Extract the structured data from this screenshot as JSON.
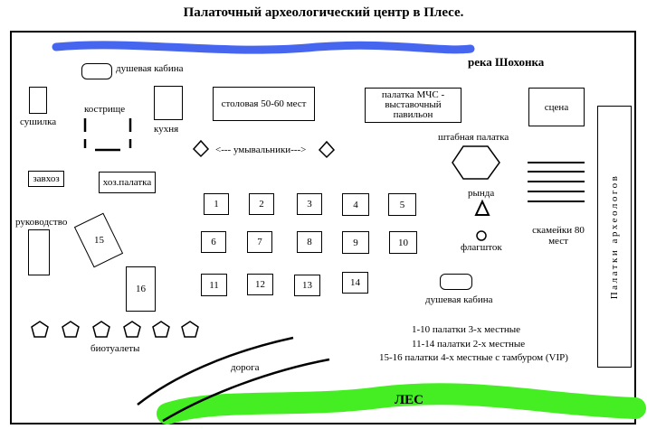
{
  "title": "Палаточный археологический центр в Плесе.",
  "labels": {
    "river": "река Шохонка",
    "shower_top": "душевая кабина",
    "dryer": "сушилка",
    "campfire": "кострище",
    "kitchen": "кухня",
    "dining": "столовая  50-60 мест",
    "mchs": "палатка МЧС - выставочный павильон",
    "stage": "сцена",
    "washbasins": "<--- умывальники--->",
    "hq_tent": "штабная палатка",
    "rynda": "рында",
    "flagpole": "флагшток",
    "benches": "скамейки 80 мест",
    "supply_manager": "завхоз",
    "supply_tent": "хоз.палатка",
    "management": "руководство",
    "shower_bottom": "душевая кабина",
    "biotoilets": "биотуалеты",
    "road": "дорога",
    "forest": "ЛЕС",
    "archaeologists": "Палатки археологов"
  },
  "tents": {
    "t1": "1",
    "t2": "2",
    "t3": "3",
    "t4": "4",
    "t5": "5",
    "t6": "6",
    "t7": "7",
    "t8": "8",
    "t9": "9",
    "t10": "10",
    "t11": "11",
    "t12": "12",
    "t13": "13",
    "t14": "14",
    "t15": "15",
    "t16": "16"
  },
  "legend": [
    "1-10 палатки 3-х местные",
    "11-14 палатки 2-х местные",
    "15-16 палатки 4-х местные с тамбуром (VIP)"
  ],
  "colors": {
    "river": "#3355ee",
    "forest": "#44ee22"
  }
}
